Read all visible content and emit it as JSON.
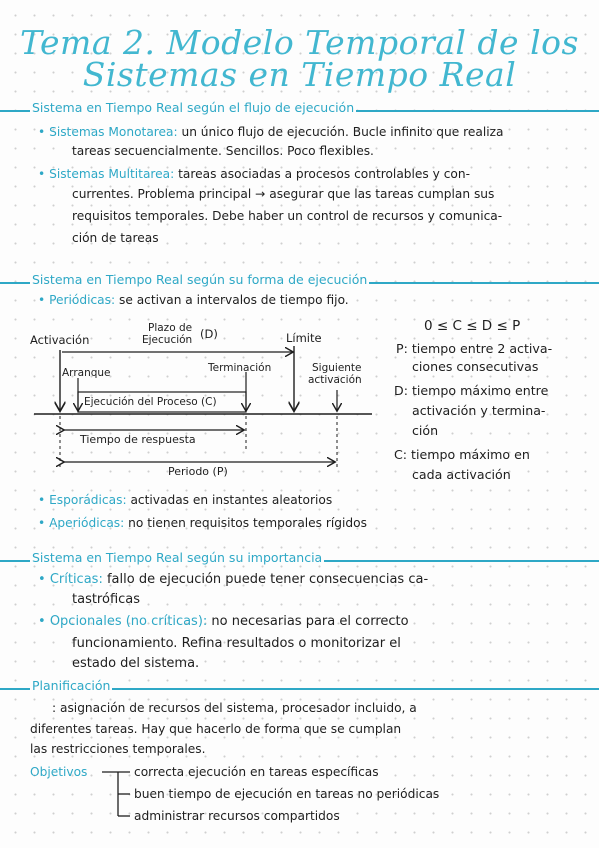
{
  "title": {
    "line1": "Tema 2. Modelo Temporal de los",
    "line2": "Sistemas en Tiempo Real"
  },
  "sections": {
    "flujo": {
      "heading": "Sistema en Tiempo Real según el flujo de ejecución",
      "monotarea_term": "Sistemas Monotarea:",
      "monotarea_line1": "un único flujo de ejecución. Bucle infinito que realiza",
      "monotarea_line2": "tareas secuencialmente. Sencillos. Poco flexibles.",
      "multitarea_term": "Sistemas Multitarea:",
      "multitarea_line1": "tareas asociadas a procesos controlables y con-",
      "multitarea_line2": "currentes. Problema principal → asegurar que las tareas cumplan sus",
      "multitarea_line3": "requisitos temporales. Debe haber un control de recursos y comunica-",
      "multitarea_line4": "ción de tareas"
    },
    "forma": {
      "heading": "Sistema en Tiempo Real según su forma de ejecución",
      "periodicas_term": "Periódicas:",
      "periodicas_text": "se activan a intervalos de tiempo fijo.",
      "diagram": {
        "activacion": "Activación",
        "plazo_line1": "Plazo de",
        "plazo_line2": "Ejecución",
        "plazo_symbol": "(D)",
        "limite": "Límite",
        "arranque": "Arranque",
        "terminacion": "Terminación",
        "siguiente_line1": "Siguiente",
        "siguiente_line2": "activación",
        "ejecucion": "Ejecución del Proceso (C)",
        "respuesta": "Tiempo de respuesta",
        "periodo": "Periodo (P)"
      },
      "inequality": "0 ≤ C ≤ D ≤ P",
      "def_p_line1": "P: tiempo entre 2 activa-",
      "def_p_line2": "ciones consecutivas",
      "def_d_line1": "D: tiempo máximo entre",
      "def_d_line2": "activación y termina-",
      "def_d_line3": "ción",
      "def_c_line1": "C: tiempo máximo en",
      "def_c_line2": "cada activación",
      "esporadicas_term": "Esporádicas:",
      "esporadicas_text": "activadas en instantes aleatorios",
      "aperiodicas_term": "Aperiódicas:",
      "aperiodicas_text": "no tienen requisitos temporales rígidos"
    },
    "importancia": {
      "heading": "Sistema en Tiempo Real según su importancia",
      "criticas_term": "Críticas:",
      "criticas_line1": "fallo de ejecución puede tener consecuencias ca-",
      "criticas_line2": "tastróficas",
      "opcionales_term": "Opcionales (no críticas):",
      "opcionales_line1": "no necesarias para el correcto",
      "opcionales_line2": "funcionamiento. Refina resultados o monitorizar el",
      "opcionales_line3": "estado del sistema."
    },
    "planificacion": {
      "heading": "Planificación",
      "line1": "asignación de recursos del sistema, procesador incluido, a",
      "line2": "diferentes tareas. Hay que hacerlo de forma que se cumplan",
      "line3": "las restricciones temporales.",
      "objetivos_label": "Objetivos",
      "objetivo1": "correcta ejecución en tareas específicas",
      "objetivo2": "buen tiempo de ejecución en tareas no periódicas",
      "objetivo3": "administrar recursos compartidos"
    }
  },
  "colors": {
    "accent": "#42b7d0",
    "heading": "#2ea8c6",
    "ink": "#1e1e1e"
  }
}
